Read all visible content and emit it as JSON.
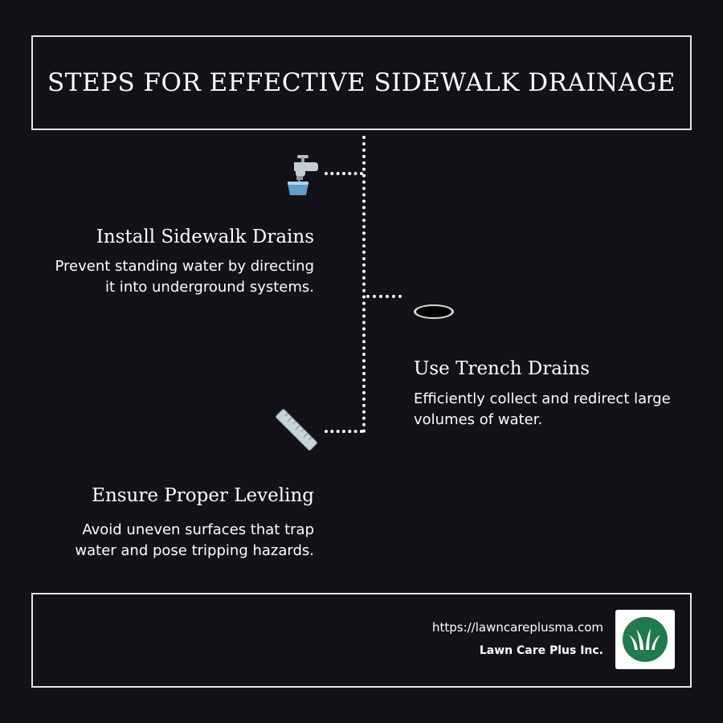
{
  "title": "STEPS FOR EFFECTIVE SIDEWALK DRAINAGE",
  "steps": [
    {
      "icon": "faucet-icon",
      "title": "Install Sidewalk Drains",
      "description_lines": [
        "Prevent standing water by directing",
        "it into underground systems."
      ]
    },
    {
      "icon": "hole-icon",
      "title": "Use Trench Drains",
      "description_lines": [
        "Efficiently collect and redirect large",
        "volumes of water."
      ]
    },
    {
      "icon": "ruler-icon",
      "title": "Ensure Proper Leveling",
      "description_lines": [
        "Avoid uneven surfaces that trap",
        "water and pose tripping hazards."
      ]
    }
  ],
  "footer": {
    "url": "https://lawncareplusma.com",
    "company": "Lawn Care Plus Inc."
  },
  "colors": {
    "background": "#121218",
    "text": "#ffffff",
    "logo_green": "#1f7a4d"
  }
}
